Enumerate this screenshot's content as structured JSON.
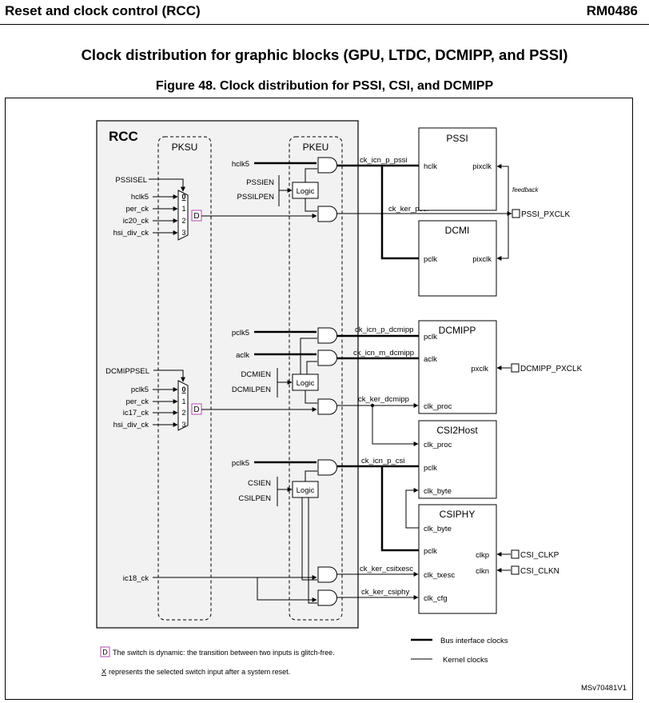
{
  "header": {
    "section": "Reset and clock control (RCC)",
    "doc_id": "RM0486"
  },
  "section_title": "Clock distribution for graphic blocks (GPU, LTDC, DCMIPP, and PSSI)",
  "figure_title": "Figure 48. Clock distribution for PSSI, CSI, and DCMIPP",
  "rcc": {
    "title": "RCC",
    "pksu": "PKSU",
    "pkeu": "PKEU",
    "logic": "Logic",
    "dyn": "D"
  },
  "mux1": {
    "sel": "PSSISEL",
    "inputs": [
      "hclk5",
      "per_ck",
      "ic20_ck",
      "hsi_div_ck"
    ],
    "nums": [
      "0",
      "1",
      "2",
      "3"
    ]
  },
  "mux2": {
    "sel": "DCMIPPSEL",
    "inputs": [
      "pclk5",
      "per_ck",
      "ic17_ck",
      "hsi_div_ck"
    ],
    "nums": [
      "0",
      "1",
      "2",
      "3"
    ]
  },
  "gate_inputs": {
    "pssi_bus": "hclk5",
    "pssien": "PSSIEN",
    "pssilpen": "PSSILPEN",
    "dcmipp_bus": "pclk5",
    "aclk": "aclk",
    "dcmien": "DCMIEN",
    "dcmilpen": "DCMILPEN",
    "csi_bus": "pclk5",
    "csien": "CSIEN",
    "csilpen": "CSILPEN",
    "ic18": "ic18_ck"
  },
  "signals": {
    "ck_icn_p_pssi": "ck_icn_p_pssi",
    "ck_ker_pssi": "ck_ker_pssi",
    "ck_icn_p_dcmipp": "ck_icn_p_dcmipp",
    "ck_icn_m_dcmipp": "ck_icn_m_dcmipp",
    "ck_ker_dcmipp": "ck_ker_dcmipp",
    "ck_icn_p_csi": "ck_icn_p_csi",
    "ck_ker_csitxesc": "ck_ker_csitxesc",
    "ck_ker_csiphy": "ck_ker_csiphy",
    "feedback": "feedback"
  },
  "blocks": {
    "pssi": {
      "title": "PSSI",
      "hclk": "hclk",
      "pixclk": "pixclk"
    },
    "dcmi": {
      "title": "DCMI",
      "pclk": "pclk",
      "pixclk": "pixclk"
    },
    "dcmipp": {
      "title": "DCMIPP",
      "pclk": "pclk",
      "aclk": "aclk",
      "pxclk": "pxclk",
      "clk_proc": "clk_proc"
    },
    "csi2host": {
      "title": "CSI2Host",
      "clk_proc": "clk_proc",
      "pclk": "pclk",
      "clk_byte": "clk_byte"
    },
    "csiphy": {
      "title": "CSIPHY",
      "clk_byte": "clk_byte",
      "pclk": "pclk",
      "clk_txesc": "clk_txesc",
      "clk_cfg": "clk_cfg",
      "clkp": "clkp",
      "clkn": "clkn"
    }
  },
  "pins": {
    "pssi_pxclk": "PSSI_PXCLK",
    "dcmipp_pxclk": "DCMIPP_PXCLK",
    "csi_clkp": "CSI_CLKP",
    "csi_clkn": "CSI_CLKN"
  },
  "legend": {
    "bus": "Bus interface clocks",
    "kernel": "Kernel clocks",
    "dynamic_glyph": "D",
    "dynamic": "The switch is dynamic: the transition between two inputs is glitch-free.",
    "reset_glyph": "X",
    "reset": "represents the selected switch input after a system reset."
  },
  "figure_id": "MSv70481V1"
}
